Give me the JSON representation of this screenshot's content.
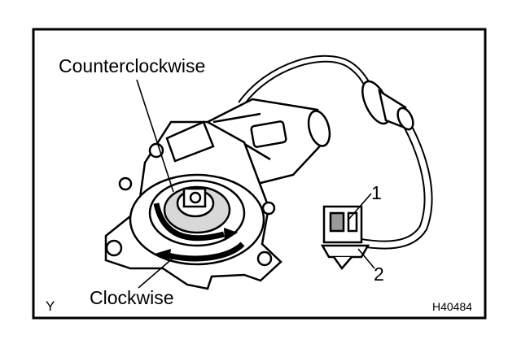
{
  "labels": {
    "counterclockwise": "Counterclockwise",
    "clockwise": "Clockwise",
    "callout_1": "1",
    "callout_2": "2",
    "corner_letter": "Y",
    "figure_code": "H40484"
  },
  "colors": {
    "ink": "#000000",
    "paper": "#ffffff",
    "shade": "#bdbdbd",
    "dark_shade": "#707070"
  },
  "icons": {
    "component": "power-window-motor",
    "connector": "electrical-connector",
    "arrows": [
      "counterclockwise-arrow",
      "clockwise-arrow"
    ]
  }
}
